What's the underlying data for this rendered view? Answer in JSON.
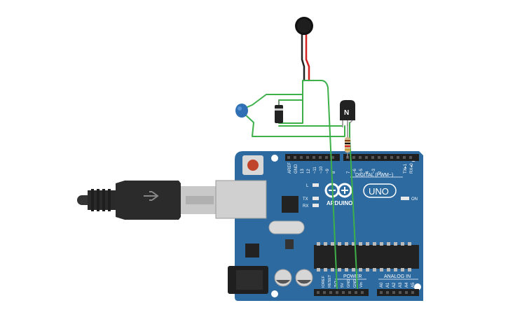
{
  "components": {
    "transistor": {
      "label": "N"
    },
    "arduino": {
      "brand": "ARDUINO",
      "model": "UNO",
      "on_label": "ON",
      "led_l": "L",
      "led_tx": "TX",
      "led_rx": "RX",
      "digital_header": "DIGITAL (PWM~)",
      "power_header": "POWER",
      "analog_header": "ANALOG IN",
      "digital_pins": [
        "AREF",
        "GND",
        "13",
        "12",
        "~11",
        "~10",
        "~9",
        "8",
        "7",
        "~6",
        "~5",
        "4",
        "~3",
        "2",
        "TX▸1",
        "RX◂0"
      ],
      "power_pins": [
        "IOREF",
        "RESET",
        "3V3",
        "5V",
        "GND",
        "GND",
        "Vin"
      ],
      "analog_pins": [
        "A0",
        "A1",
        "A2",
        "A3",
        "A4",
        "A5"
      ]
    }
  },
  "colors": {
    "board": "#2c6aa0",
    "board_dark": "#1f4f7a",
    "wire_green": "#3db04a",
    "wire_red": "#d32020",
    "wire_black": "#222222",
    "capacitor": "#2f6fb3"
  }
}
